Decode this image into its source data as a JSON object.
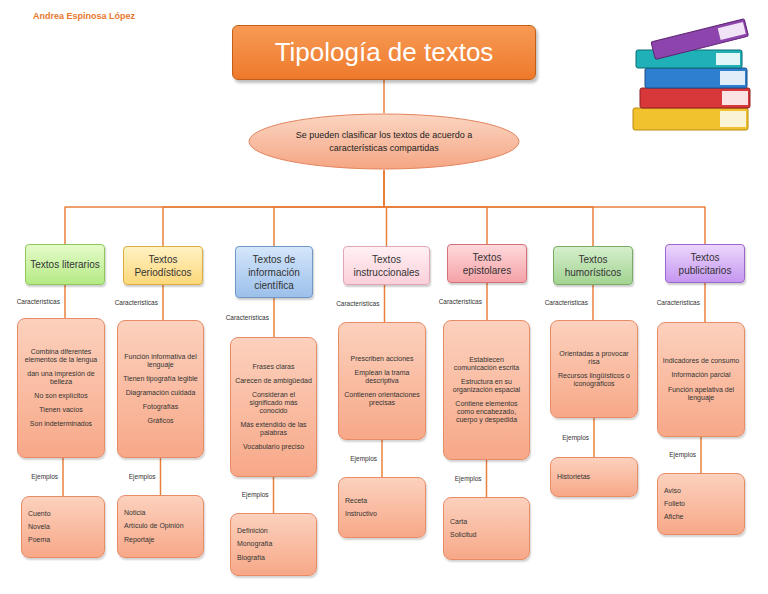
{
  "diagram": {
    "nodes": [
      {
        "text": [
          "Tipología de textos"
        ]
      },
      {
        "text": [
          "Se pueden clasificar los textos de acuerdo a características compartidas"
        ]
      },
      {
        "text": [
          "Textos literarios"
        ]
      },
      {
        "text": [
          "Textos Periodísticos"
        ]
      },
      {
        "text": [
          "Textos de información científica"
        ]
      },
      {
        "text": [
          "Textos instruccionales"
        ]
      },
      {
        "text": [
          "Textos epistolares"
        ]
      },
      {
        "text": [
          "Textos humorísticos"
        ]
      },
      {
        "text": [
          "Textos publicitarios"
        ]
      },
      {
        "text": [
          "Combina diferentes elementos de la lengua",
          "dan una impresión de belleza",
          "No son explícitos",
          "Tienen vacíos",
          "Son indeterminados"
        ]
      },
      {
        "text": [
          "Función informativa del lenguaje",
          "Tienen tipografía legible",
          "Diagramación cuidada",
          "Fotografías",
          "Gráficos"
        ]
      },
      {
        "text": [
          "Frases claras",
          "Carecen de ambigüedad",
          "Consideran el significado más conocido",
          "Más extendido de las palabras",
          "Vocabulario preciso"
        ]
      },
      {
        "text": [
          "Prescriben acciones",
          "Emplean la trama descriptiva",
          "Contienen orientaciones precisas"
        ]
      },
      {
        "text": [
          "Establecen comunicación escrita",
          "Estructura en su organización espacial",
          "Contiene elementos como encabezado, cuerpo y despedida"
        ]
      },
      {
        "text": [
          "Orientadas a provocar risa",
          "Recursos lingüísticos o iconográficos"
        ]
      },
      {
        "text": [
          "Indicadores de consumo",
          "Información parcial",
          "Función apelativa del lenguaje"
        ]
      },
      {
        "text": [
          "Cuento",
          "Novela",
          "Poema"
        ]
      },
      {
        "text": [
          "Noticia",
          "Artículo de Opinión",
          "Reportaje"
        ]
      },
      {
        "text": [
          "Definición",
          "Monografía",
          "Biografía"
        ]
      },
      {
        "text": [
          "Receta",
          "Instructivo"
        ]
      },
      {
        "text": [
          "Carta",
          "Solicitud"
        ]
      },
      {
        "text": [
          "Historietas"
        ]
      },
      {
        "text": [
          "Aviso",
          "Folleto",
          "Afiche"
        ]
      }
    ],
    "edges": [
      {
        "from": 0,
        "to": 1,
        "arrow": "none"
      },
      {
        "from": 1,
        "to": 2,
        "arrow": "none"
      },
      {
        "from": 1,
        "to": 3,
        "arrow": "none"
      },
      {
        "from": 1,
        "to": 4,
        "arrow": "none"
      },
      {
        "from": 1,
        "to": 5,
        "arrow": "none"
      },
      {
        "from": 1,
        "to": 6,
        "arrow": "none"
      },
      {
        "from": 1,
        "to": 7,
        "arrow": "none"
      },
      {
        "from": 1,
        "to": 8,
        "arrow": "none"
      },
      {
        "from": 2,
        "to": 9,
        "arrow": "none"
      },
      {
        "from": 3,
        "to": 10,
        "arrow": "none"
      },
      {
        "from": 4,
        "to": 11,
        "arrow": "none"
      },
      {
        "from": 5,
        "to": 12,
        "arrow": "none"
      },
      {
        "from": 6,
        "to": 13,
        "arrow": "none"
      },
      {
        "from": 7,
        "to": 14,
        "arrow": "none"
      },
      {
        "from": 8,
        "to": 15,
        "arrow": "none"
      },
      {
        "from": 9,
        "to": 16,
        "arrow": "none"
      },
      {
        "from": 10,
        "to": 17,
        "arrow": "none"
      },
      {
        "from": 11,
        "to": 18,
        "arrow": "none"
      },
      {
        "from": 12,
        "to": 19,
        "arrow": "none"
      },
      {
        "from": 13,
        "to": 20,
        "arrow": "none"
      },
      {
        "from": 14,
        "to": 21,
        "arrow": "none"
      },
      {
        "from": 15,
        "to": 22,
        "arrow": "none"
      }
    ],
    "labels": [
      "Andrea Espinosa López",
      "Características",
      "Ejemplos",
      "Características",
      "Ejemplos",
      "Características",
      "Ejemplos",
      "Características",
      "Ejemplos",
      "Características",
      "Ejemplos",
      "Características",
      "Ejemplos",
      "Características",
      "Ejemplos"
    ]
  }
}
